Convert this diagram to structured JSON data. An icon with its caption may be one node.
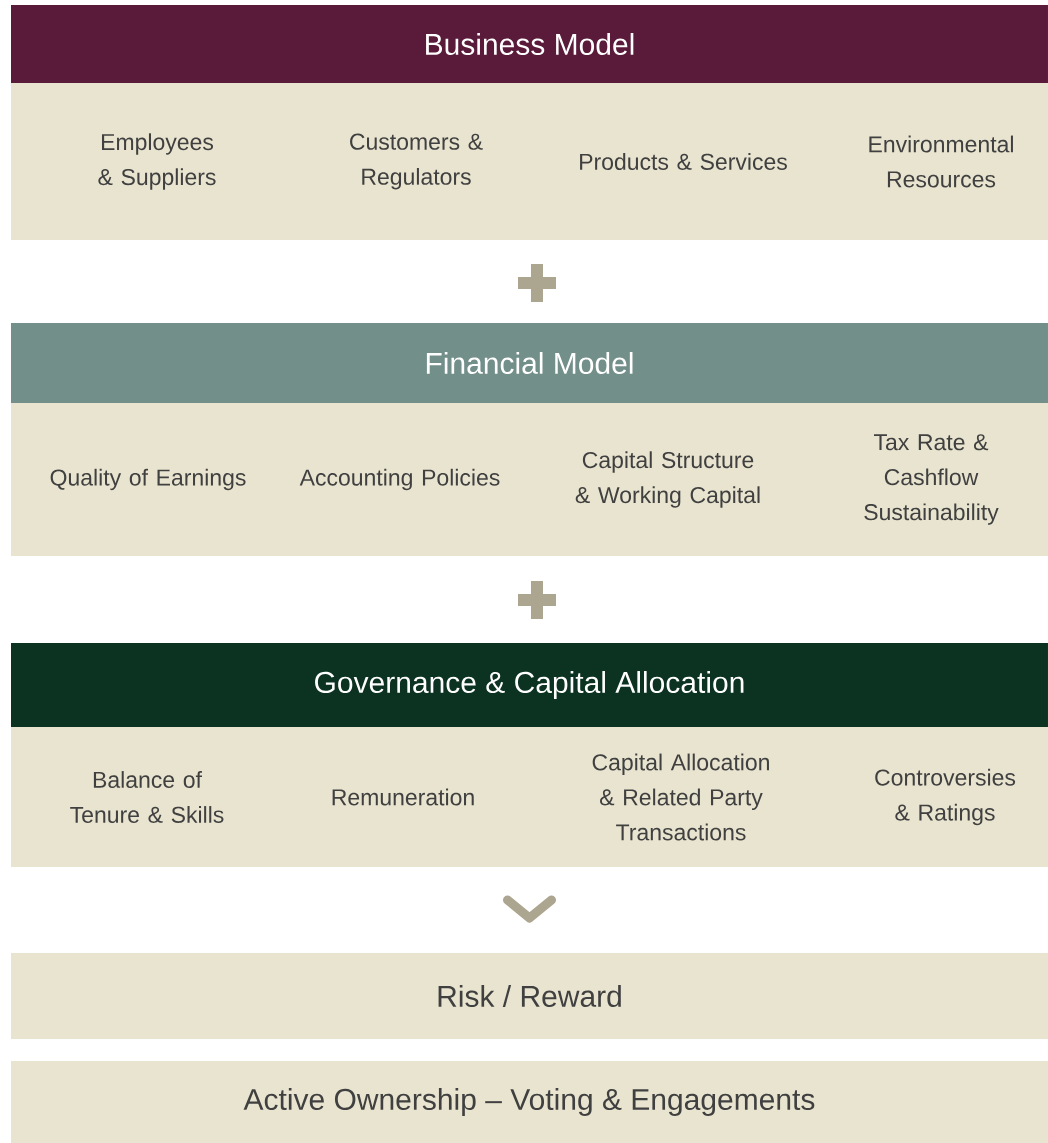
{
  "diagram": {
    "nodes": [
      {
        "text": [
          "Business Model"
        ]
      },
      {
        "text": [
          "Employees & Suppliers",
          "Customers & Regulators",
          "Products & Services",
          "Environmental Resources"
        ]
      },
      {
        "text": [
          "Financial Model"
        ]
      },
      {
        "text": [
          "Quality of Earnings",
          "Accounting Policies",
          "Capital Structure & Working Capital",
          "Tax Rate & Cashflow Sustainability"
        ]
      },
      {
        "text": [
          "Governance & Capital Allocation"
        ]
      },
      {
        "text": [
          "Balance of Tenure & Skills",
          "Remuneration",
          "Capital Allocation & Related Party Transactions",
          "Controversies & Ratings"
        ]
      },
      {
        "text": [
          "Risk / Reward"
        ]
      },
      {
        "text": [
          "Active Ownership – Voting & Engagements"
        ]
      }
    ],
    "edges": [
      {
        "from": 5,
        "to": 6,
        "arrow": "to"
      }
    ]
  }
}
